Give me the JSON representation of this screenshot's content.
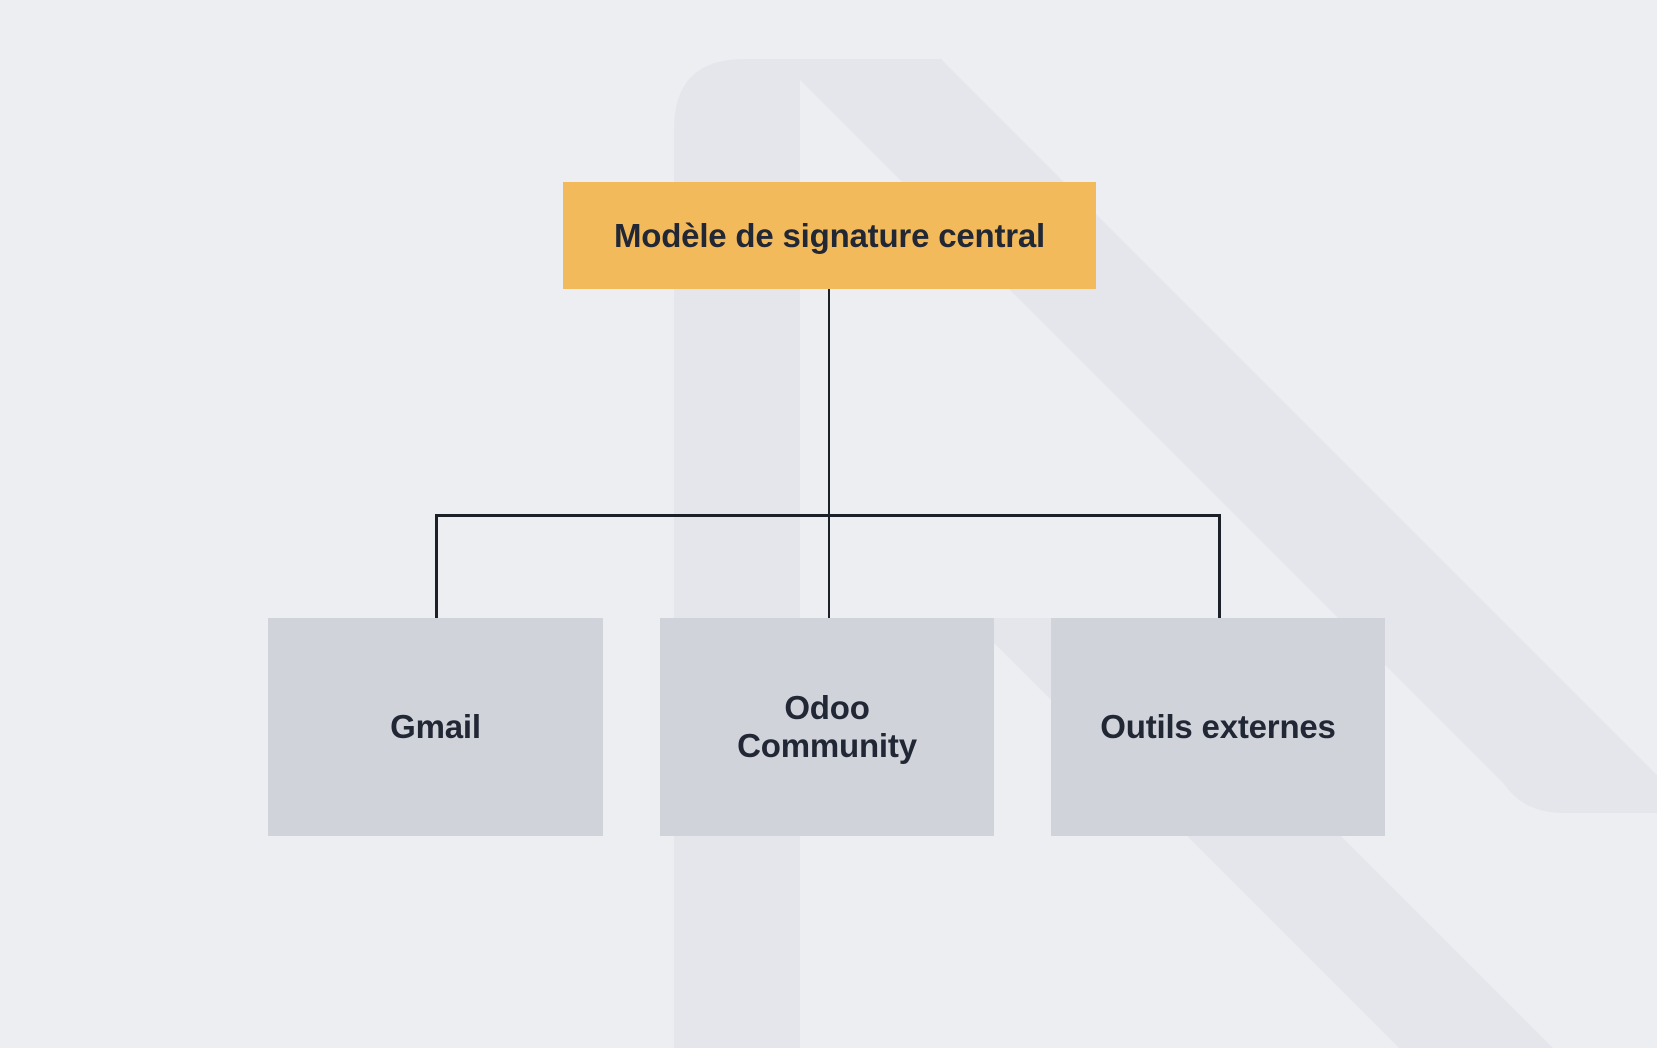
{
  "diagram": {
    "root": {
      "label": "Modèle de signature central"
    },
    "children": [
      {
        "id": "gmail",
        "label": "Gmail"
      },
      {
        "id": "odoo",
        "label": "Odoo Community"
      },
      {
        "id": "outils",
        "label": "Outils externes"
      }
    ]
  },
  "colors": {
    "background": "#EDEEF2",
    "watermark": "#E4E6EB",
    "root_node_fill": "#F3BA5B",
    "child_node_fill": "#D0D3DA",
    "node_text": "#212734",
    "connector": "#1B2029"
  }
}
